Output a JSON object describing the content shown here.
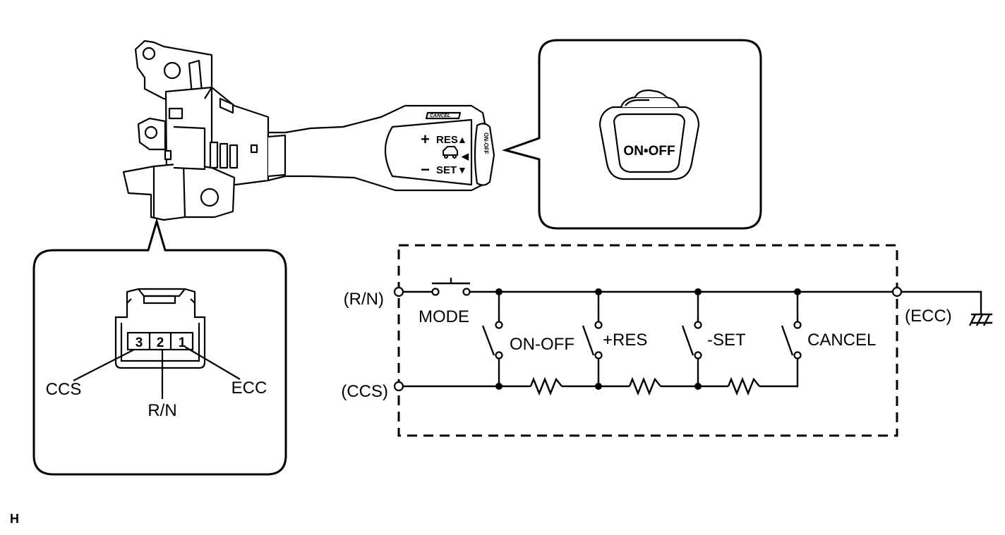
{
  "switch_assembly": {
    "lever_labels": {
      "res": "RES",
      "set": "SET",
      "plus": "+",
      "minus": "−",
      "cancel": "CANCEL",
      "end_cap": "ON-OFF"
    },
    "arrow_up": "▲",
    "arrow_down": "▼",
    "arrow_left": "◀"
  },
  "button_callout": {
    "button_label": "ON•OFF"
  },
  "connector_callout": {
    "pins": [
      "3",
      "2",
      "1"
    ],
    "labels": {
      "ccs": "CCS",
      "rn": "R/N",
      "ecc": "ECC"
    }
  },
  "circuit": {
    "terminals": {
      "rn": "(R/N)",
      "ccs": "(CCS)",
      "ecc": "(ECC)"
    },
    "switches": [
      "MODE",
      "ON-OFF",
      "+RES",
      "-SET",
      "CANCEL"
    ]
  },
  "footer_code": "H"
}
